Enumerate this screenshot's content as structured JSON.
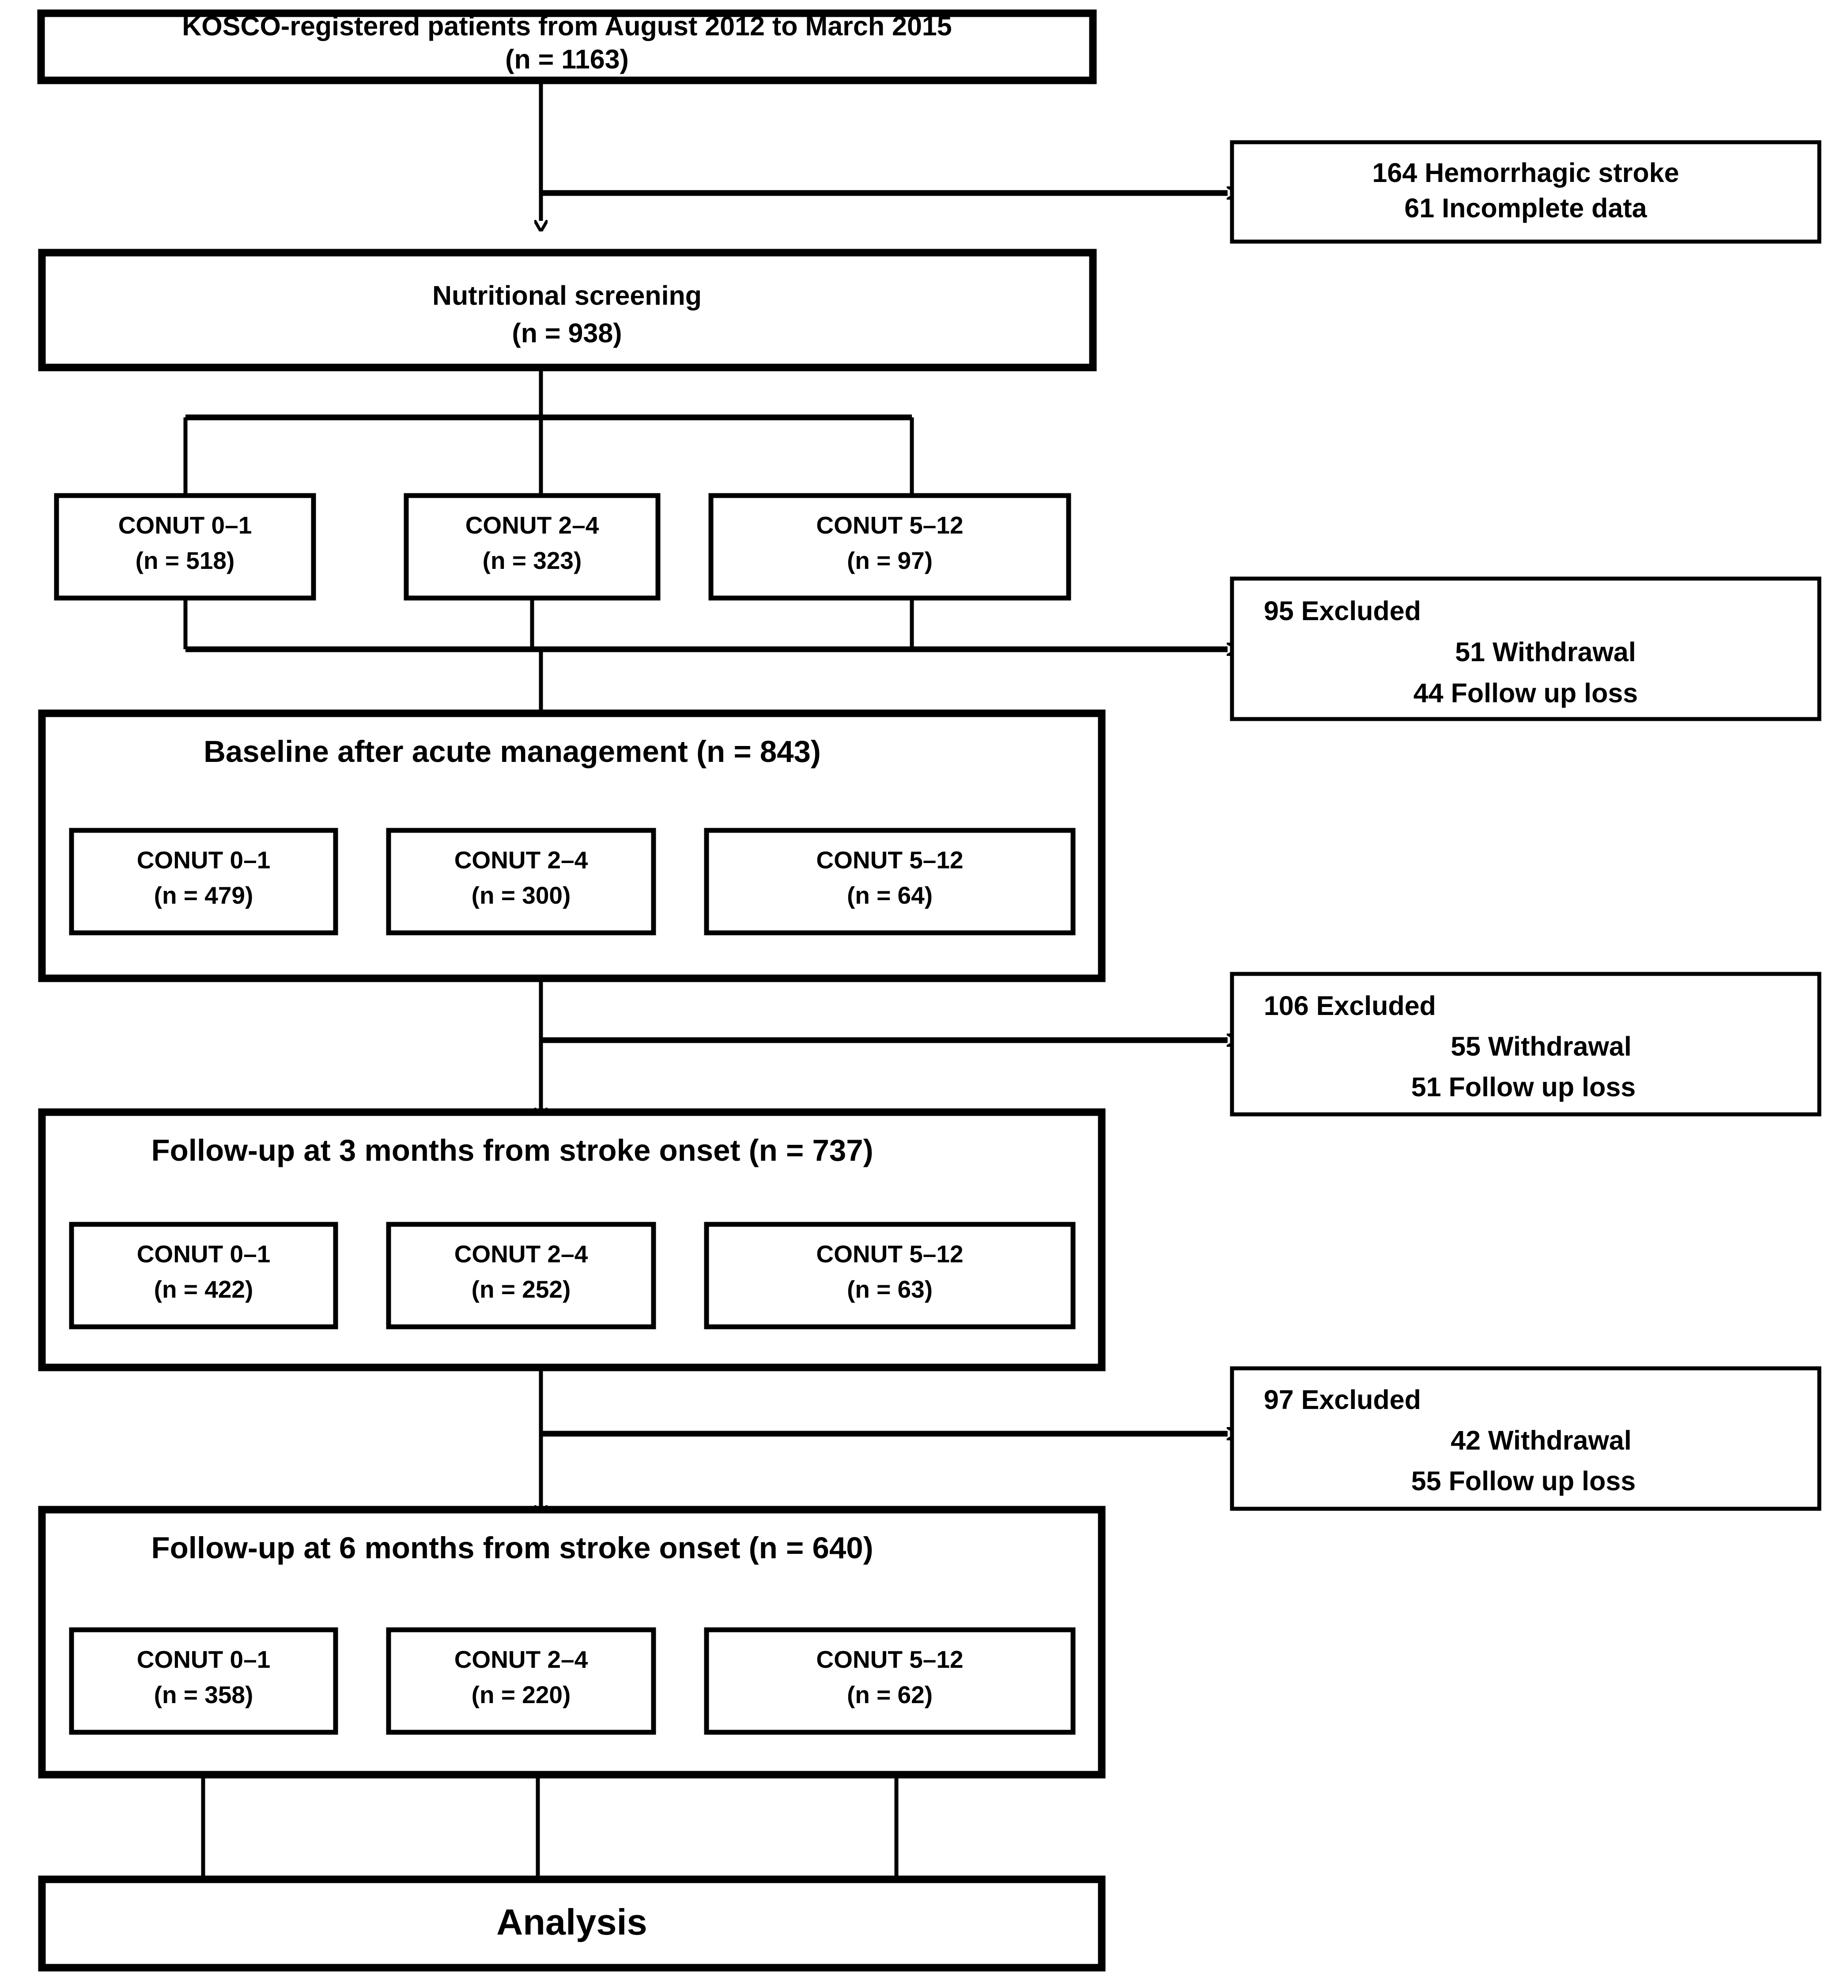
{
  "chart_data": {
    "type": "flowchart",
    "title": "CONSORT-style participant flow diagram",
    "nodes": [
      {
        "id": "source",
        "label": "KOSCO-registered patients from August 2012 to March 2015",
        "n": "(n = 1163)"
      },
      {
        "id": "screening",
        "label": "Nutritional screening",
        "n": "(n = 938)"
      },
      {
        "id": "baseline",
        "label": "Baseline after acute management  (n = 843)"
      },
      {
        "id": "followup3",
        "label": "Follow-up at 3 months from stroke onset (n = 737)"
      },
      {
        "id": "followup6",
        "label": "Follow-up at 6 months from stroke onset (n = 640)"
      },
      {
        "id": "analysis",
        "label": "Analysis"
      }
    ],
    "groups": {
      "screening": [
        518,
        323,
        97
      ],
      "baseline": [
        479,
        300,
        64
      ],
      "followup3": [
        422,
        252,
        63
      ],
      "followup6": [
        358,
        220,
        62
      ]
    },
    "exclusions": [
      {
        "after": "source",
        "lines": [
          "164 Hemorrhagic stroke",
          "61 Incomplete data"
        ]
      },
      {
        "after": "screening-groups",
        "total": 95,
        "lines": [
          "95 Excluded",
          "51 Withdrawal",
          "44 Follow up loss"
        ]
      },
      {
        "after": "baseline",
        "total": 106,
        "lines": [
          "106 Excluded",
          "55 Withdrawal",
          "51 Follow up loss"
        ]
      },
      {
        "after": "followup3",
        "total": 97,
        "lines": [
          "97 Excluded",
          "42 Withdrawal",
          "55 Follow up loss"
        ]
      }
    ]
  },
  "flow": {
    "source_box": {
      "line1": "KOSCO-registered patients from August 2012 to March 2015",
      "line2": "(n = 1163)"
    },
    "excluded_1": {
      "line1": "164 Hemorrhagic stroke",
      "line2": "61 Incomplete data"
    },
    "screening_box": {
      "line1": "Nutritional screening",
      "line2": "(n = 938)"
    },
    "screening_groups": [
      {
        "label": "CONUT 0–1",
        "n": "(n = 518)"
      },
      {
        "label": "CONUT 2–4",
        "n": "(n = 323)"
      },
      {
        "label": "CONUT 5–12",
        "n": "(n = 97)"
      }
    ],
    "excluded_2": {
      "line1": "95 Excluded",
      "line2": "51 Withdrawal",
      "line3": "44 Follow up loss"
    },
    "baseline_box": {
      "title": "Baseline after acute management  (n = 843)",
      "groups": [
        {
          "label": "CONUT 0–1",
          "n": "(n = 479)"
        },
        {
          "label": "CONUT 2–4",
          "n": "(n = 300)"
        },
        {
          "label": "CONUT 5–12",
          "n": "(n = 64)"
        }
      ]
    },
    "excluded_3": {
      "line1": "106 Excluded",
      "line2": "55 Withdrawal",
      "line3": "51 Follow up loss"
    },
    "followup3_box": {
      "title": "Follow-up at 3 months from stroke onset (n = 737)",
      "groups": [
        {
          "label": "CONUT 0–1",
          "n": "(n = 422)"
        },
        {
          "label": "CONUT 2–4",
          "n": "(n = 252)"
        },
        {
          "label": "CONUT 5–12",
          "n": "(n = 63)"
        }
      ]
    },
    "excluded_4": {
      "line1": "97 Excluded",
      "line2": "42 Withdrawal",
      "line3": "55 Follow up loss"
    },
    "followup6_box": {
      "title": "Follow-up at 6 months from stroke onset (n = 640)",
      "groups": [
        {
          "label": "CONUT 0–1",
          "n": "(n = 358)"
        },
        {
          "label": "CONUT 2–4",
          "n": "(n = 220)"
        },
        {
          "label": "CONUT 5–12",
          "n": "(n = 62)"
        }
      ]
    },
    "analysis_box": {
      "label": "Analysis"
    }
  },
  "colors": {
    "stroke": "#000000",
    "fill": "#ffffff"
  }
}
